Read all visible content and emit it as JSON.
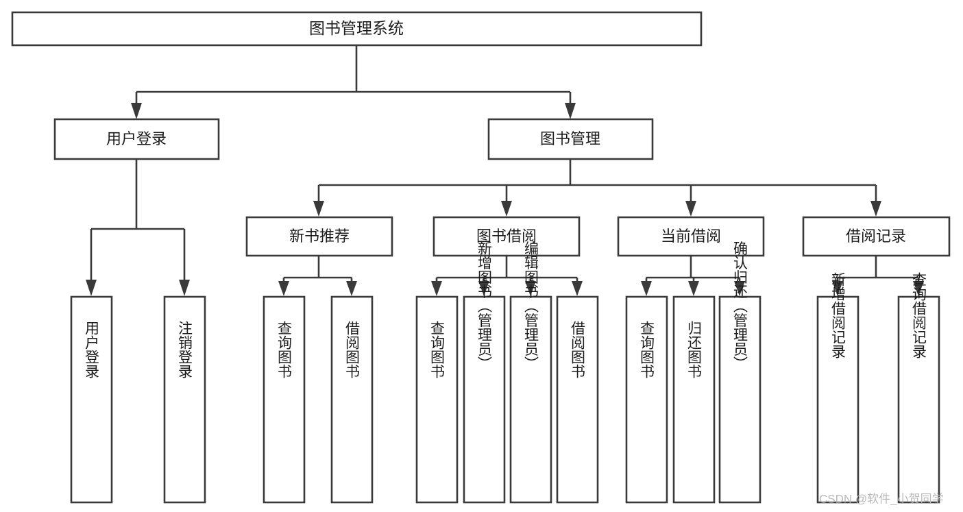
{
  "diagram": {
    "type": "tree-hierarchy-diagram",
    "title": "图书管理系统",
    "watermark": "CSDN @软件_小贺同学",
    "levels": {
      "root": {
        "label": "图书管理系统"
      },
      "level1": [
        {
          "id": "user-login",
          "label": "用户登录"
        },
        {
          "id": "book-management",
          "label": "图书管理"
        }
      ],
      "level2": [
        {
          "id": "new-book-recommend",
          "label": "新书推荐",
          "parent": "book-management"
        },
        {
          "id": "book-borrow",
          "label": "图书借阅",
          "parent": "book-management"
        },
        {
          "id": "current-borrow",
          "label": "当前借阅",
          "parent": "book-management"
        },
        {
          "id": "borrow-record",
          "label": "借阅记录",
          "parent": "book-management"
        }
      ],
      "leaves": [
        {
          "id": "leaf-user-login",
          "label": "用户登录",
          "parent": "user-login"
        },
        {
          "id": "leaf-logout",
          "label": "注销登录",
          "parent": "user-login"
        },
        {
          "id": "leaf-query-book-1",
          "label": "查询图书",
          "parent": "new-book-recommend"
        },
        {
          "id": "leaf-borrow-book-1",
          "label": "借阅图书",
          "parent": "new-book-recommend"
        },
        {
          "id": "leaf-query-book-2",
          "label": "查询图书",
          "parent": "book-borrow"
        },
        {
          "id": "leaf-add-book",
          "label": "新增图书（管理员）",
          "parent": "book-borrow"
        },
        {
          "id": "leaf-edit-book",
          "label": "编辑图书（管理员）",
          "parent": "book-borrow"
        },
        {
          "id": "leaf-borrow-book-2",
          "label": "借阅图书",
          "parent": "book-borrow"
        },
        {
          "id": "leaf-query-book-3",
          "label": "查询图书",
          "parent": "current-borrow"
        },
        {
          "id": "leaf-return-book",
          "label": "归还图书",
          "parent": "current-borrow"
        },
        {
          "id": "leaf-confirm-return",
          "label": "确认归还（管理员）",
          "parent": "current-borrow"
        },
        {
          "id": "leaf-add-record",
          "label": "新增借阅记录",
          "parent": "borrow-record"
        },
        {
          "id": "leaf-query-record",
          "label": "查询借阅记录",
          "parent": "borrow-record"
        }
      ]
    },
    "colors": {
      "stroke": "#3a3a3a",
      "fill": "#ffffff",
      "text": "#1c1c1c",
      "watermark": "#b9b9b9"
    }
  }
}
